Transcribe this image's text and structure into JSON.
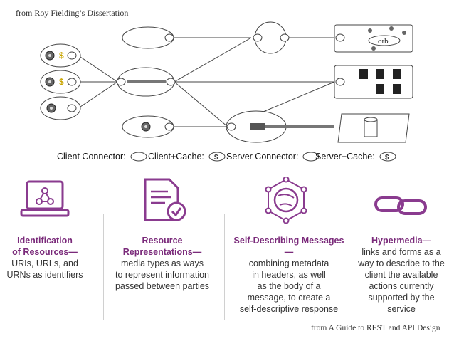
{
  "source_top": "from Roy Fielding’s Dissertation",
  "source_bottom": "from A Guide to REST and API Design",
  "diagram": {
    "dollar_glyph": "$",
    "orb_label": "orb",
    "colors": {
      "stroke": "#444444",
      "thick_link": "#777777",
      "gold": "#c8a400",
      "purple": "#8a3b8f"
    }
  },
  "legend": {
    "client_connector": "Client Connector:",
    "client_cache": "Client+Cache:",
    "server_connector": "Server Connector:",
    "server_cache": "Server+Cache:"
  },
  "columns": [
    {
      "icon": "laptop-network-icon",
      "title_lines": [
        "Identification",
        "of Resources—"
      ],
      "body_lines": [
        "URIs, URLs, and",
        "URNs as identifiers"
      ]
    },
    {
      "icon": "document-check-icon",
      "title_lines": [
        "Resource",
        "Representations—"
      ],
      "body_lines": [
        "media types as ways",
        "to represent information",
        "passed between parties"
      ]
    },
    {
      "icon": "hexagon-globe-icon",
      "title_lines": [
        "Self-Describing Messages—"
      ],
      "body_lines": [
        "combining metadata",
        "in headers, as well",
        "as the body of a",
        "message, to create a",
        "self-descriptive response"
      ]
    },
    {
      "icon": "chain-link-icon",
      "title_lines": [
        "Hypermedia—"
      ],
      "body_lines": [
        "links and forms as a",
        "way to describe to the",
        "client the available",
        "actions currently",
        "supported by the",
        "service"
      ]
    }
  ]
}
